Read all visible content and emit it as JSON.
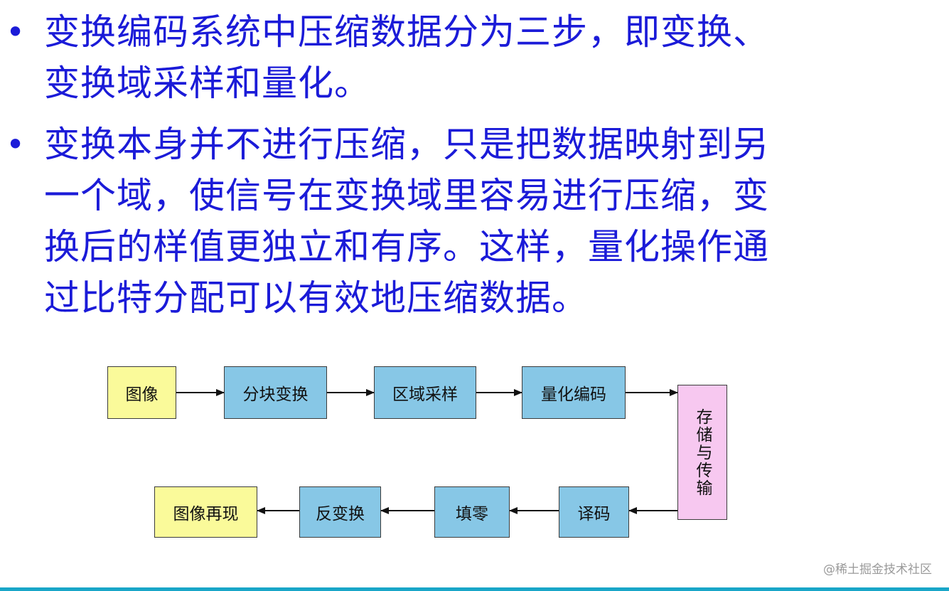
{
  "bullets": [
    {
      "lines": [
        "变换编码系统中压缩数据分为三步，即变换、",
        "变换域采样和量化。"
      ]
    },
    {
      "lines": [
        "变换本身并不进行压缩，只是把数据映射到另",
        "一个域，使信号在变换域里容易进行压缩，变",
        "换后的样值更独立和有序。这样，量化操作通",
        "过比特分配可以有效地压缩数据。"
      ]
    }
  ],
  "bullet_symbol": "•",
  "diagram": {
    "top_row": [
      "图像",
      "分块变换",
      "区域采样",
      "量化编码"
    ],
    "middle": "存储与传输",
    "bottom_row": [
      "图像再现",
      "反变换",
      "填零",
      "译码"
    ]
  },
  "watermark": "@稀土掘金技术社区",
  "colors": {
    "text": "#1b1bd8",
    "yellow_box": "#fafa9a",
    "blue_box": "#87c7e6",
    "pink_box": "#f7c8f0",
    "accent_rule": "#19a6c8"
  }
}
